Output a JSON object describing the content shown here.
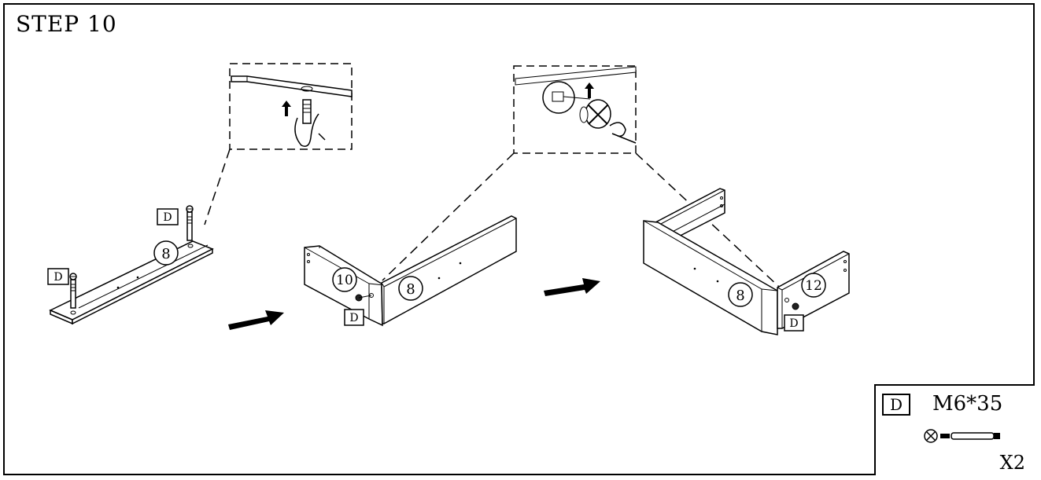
{
  "title": "STEP 10",
  "part_labels": {
    "panel_a": "8",
    "panel_b": "10",
    "panel_c": "12"
  },
  "hardware": {
    "tag": "D",
    "spec": "M6*35",
    "quantity": "X2"
  }
}
